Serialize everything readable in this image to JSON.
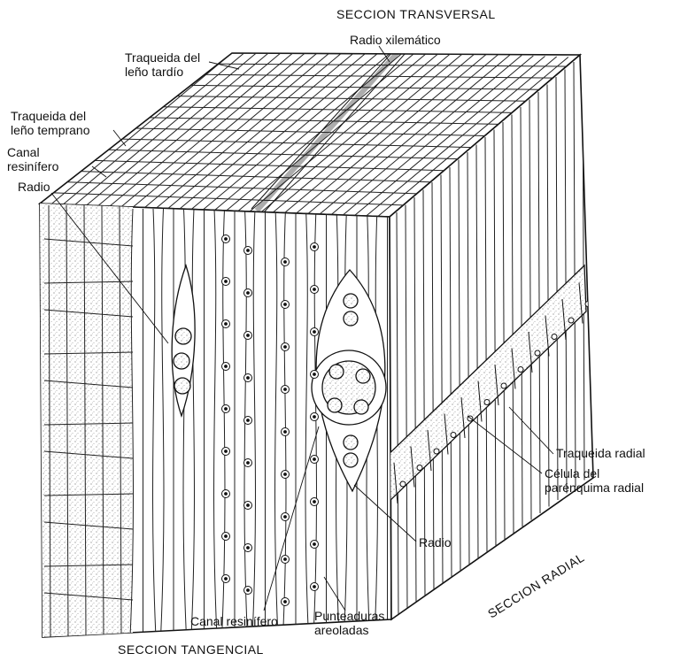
{
  "sections": {
    "transverse": "SECCION TRANSVERSAL",
    "tangential": "SECCION TANGENCIAL",
    "radial": "SECCION RADIAL"
  },
  "labels": {
    "ray_xylem": "Radio xilemático",
    "latewood_tracheid": [
      "Traqueida del",
      "leño tardío"
    ],
    "earlywood_tracheid": [
      "Traqueida del",
      "leño temprano"
    ],
    "resin_canal_top": [
      "Canal",
      "resinífero"
    ],
    "ray_left": "Radio",
    "radial_tracheid": "Traqueida radial",
    "radial_parenchyma": [
      "Célula del",
      "parénquima radial"
    ],
    "ray_bottom": "Radio",
    "resin_canal_bottom": "Canal resinífero",
    "bordered_pits": [
      "Punteaduras",
      "areoladas"
    ]
  },
  "colors": {
    "ink": "#111111",
    "paper": "#ffffff",
    "stipple": "#e6e6e6"
  }
}
